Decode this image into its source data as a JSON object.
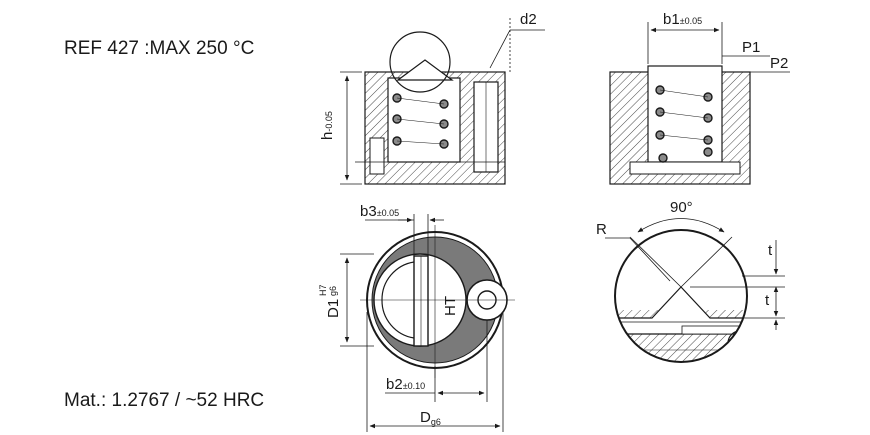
{
  "notes": {
    "ref": "REF 427 :MAX 250 °C",
    "material": "Mat.: 1.2767 / ~52 HRC"
  },
  "labels": {
    "d2": "d2",
    "h_main": "h",
    "h_tol": "-0.05",
    "b1_main": "b1",
    "b1_tol": "±0.05",
    "p1": "P1",
    "p2": "P2",
    "b3_main": "b3",
    "b3_tol": "±0.05",
    "d1_main": "D1",
    "d1_tol_top": "H7",
    "d1_tol_bottom": "g6",
    "ht": "HT",
    "b2_main": "b2",
    "b2_tol": "±0.10",
    "d_main": "D",
    "d_tol": "g6",
    "r": "R",
    "angle": "90°",
    "t1": "t",
    "t2": "t"
  }
}
